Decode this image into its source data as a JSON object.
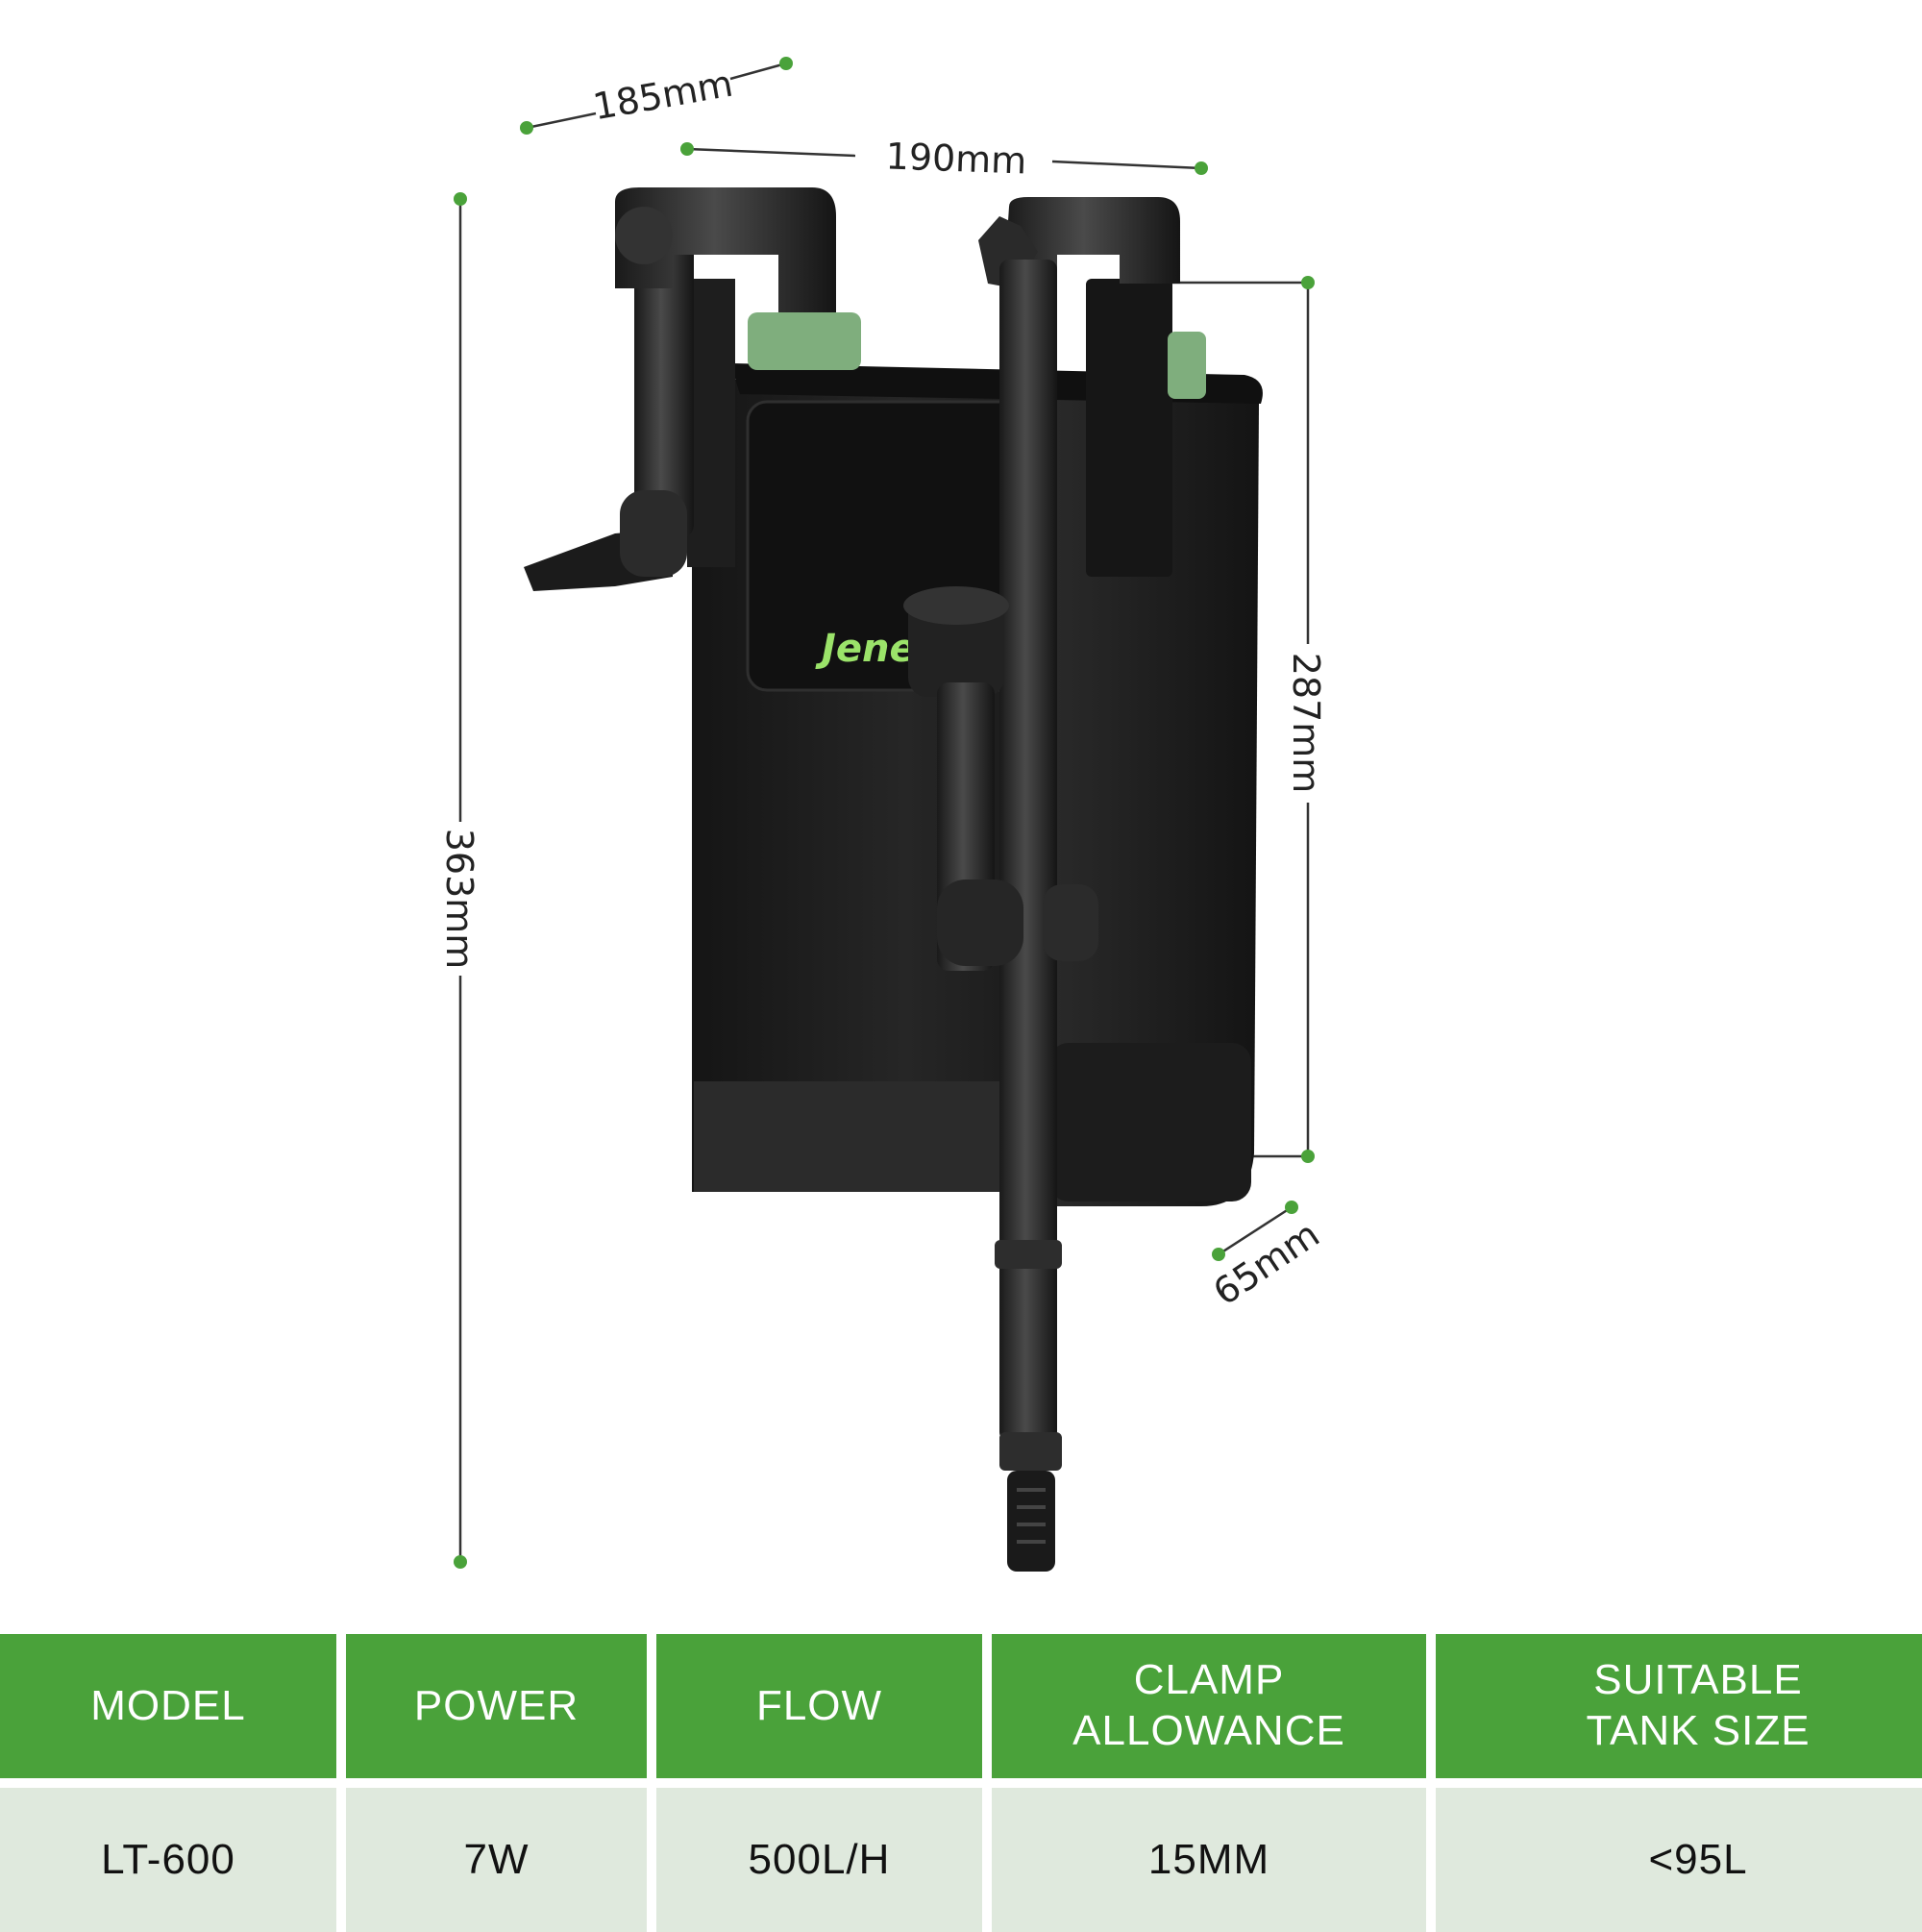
{
  "brand": {
    "logo_text": "Jene",
    "accent_color": "#4aa23a"
  },
  "dimensions": {
    "depth_top": "185mm",
    "width_top": "190mm",
    "total_height": "363mm",
    "body_height": "287mm",
    "clamp_depth": "65mm"
  },
  "spec_table": {
    "headers": [
      {
        "line1": "MODEL",
        "line2": ""
      },
      {
        "line1": "POWER",
        "line2": ""
      },
      {
        "line1": "FLOW",
        "line2": ""
      },
      {
        "line1": "CLAMP",
        "line2": "ALLOWANCE"
      },
      {
        "line1": "SUITABLE",
        "line2": "TANK SIZE"
      }
    ],
    "values": [
      "LT-600",
      "7W",
      "500L/H",
      "15MM",
      "<95L"
    ],
    "header_color": "#4aa23a",
    "value_bg_color": "#dfe9dd"
  }
}
